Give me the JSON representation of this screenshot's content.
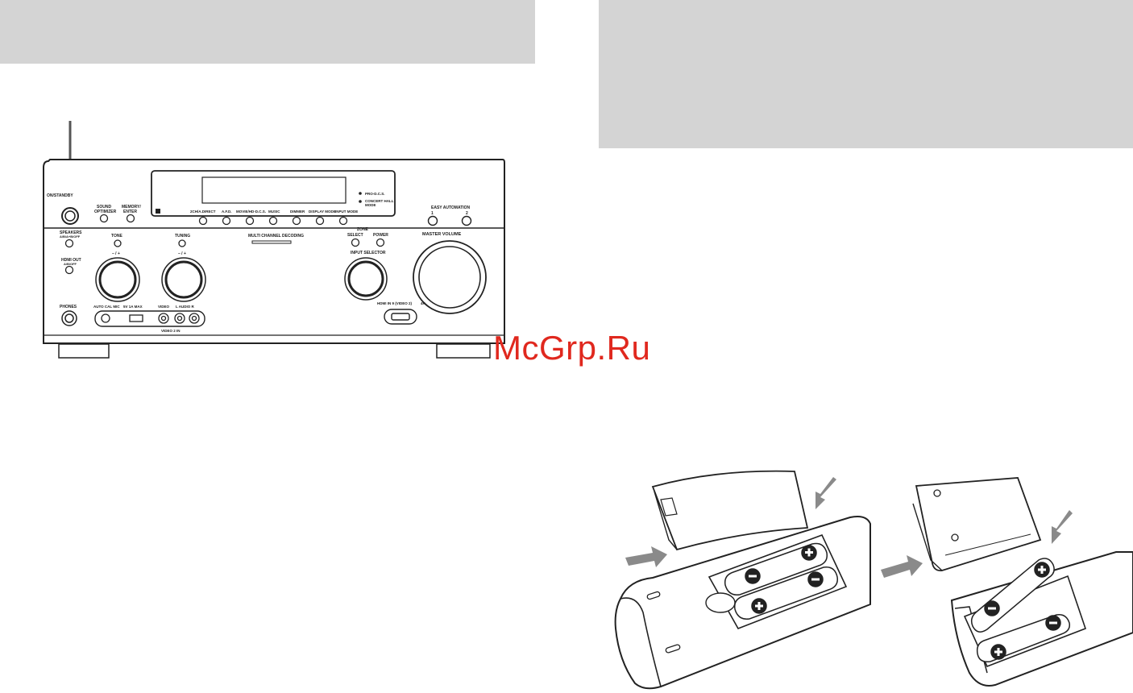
{
  "watermark": {
    "text": "McGrp.Ru"
  },
  "receiver": {
    "on_standby": "ON/STANDBY",
    "sound_optimizer_1": "SOUND",
    "sound_optimizer_2": "OPTIMIZER",
    "memory_enter_1": "MEMORY/",
    "memory_enter_2": "ENTER",
    "display_indicators": [
      "PRO-D.C.S.",
      "CONCERT HALL",
      "MODE"
    ],
    "mode_buttons": [
      "2CH/A.DIRECT",
      "A.F.D.",
      "MOVIE/HD-D.C.S.",
      "MUSIC",
      "DIMMER",
      "DISPLAY MODE",
      "INPUT MODE"
    ],
    "easy_automation": "EASY AUTOMATION",
    "easy_automation_buttons": [
      "1",
      "2"
    ],
    "speakers_1": "SPEAKERS",
    "speakers_2": "A/B/A+B/OFF",
    "hdmi_out_1": "HDMI OUT",
    "hdmi_out_2": "A/B/OFF",
    "tone": "TONE",
    "tone_pm": "– / +",
    "tuning": "TUNING",
    "tuning_pm": "– / +",
    "multi_channel": "MULTI CHANNEL DECODING",
    "zone": "ZONE",
    "zone_select": "SELECT",
    "zone_power": "POWER",
    "input_selector": "INPUT SELECTOR",
    "master_volume": "MASTER VOLUME",
    "phones": "PHONES",
    "auto_cal_mic": "AUTO CAL MIC",
    "usb": "5V 1A MAX",
    "video": "VIDEO",
    "audio": "L AUDIO R",
    "video2_in": "VIDEO 2 IN",
    "hdmi_in": "HDMI IN 9 (VIDEO 2)",
    "hdmi_4k": "4K"
  },
  "colors": {
    "band": "#d4d4d4",
    "watermark": "#e0281e",
    "arrow": "#8a8a8a"
  },
  "icons": [
    "remote-battery-diagram-icon",
    "arrow-icon"
  ]
}
